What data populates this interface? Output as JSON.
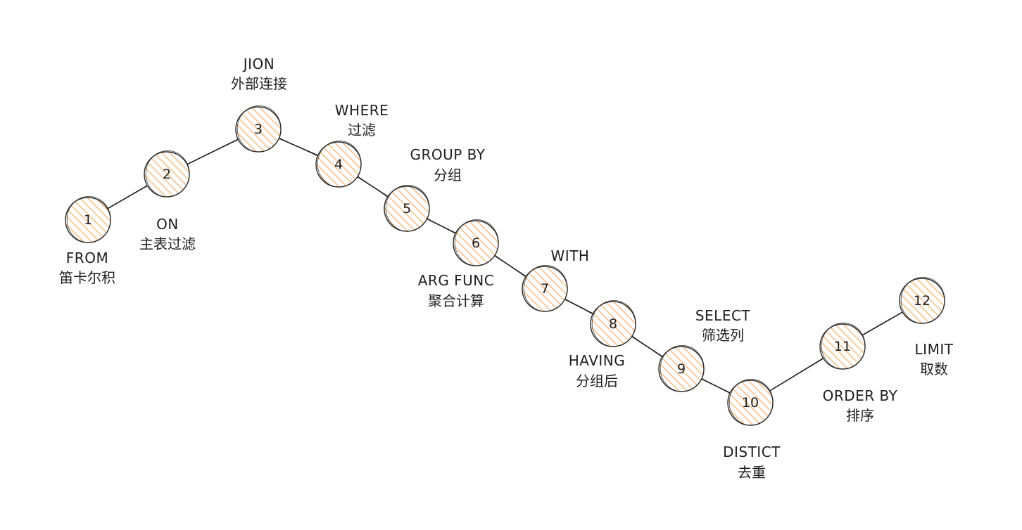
{
  "diagram": {
    "steps": [
      {
        "number": "1",
        "label": "FROM",
        "sublabel": "笛卡尔积"
      },
      {
        "number": "2",
        "label": "ON",
        "sublabel": "主表过滤"
      },
      {
        "number": "3",
        "label": "JION",
        "sublabel": "外部连接"
      },
      {
        "number": "4",
        "label": "WHERE",
        "sublabel": "过滤"
      },
      {
        "number": "5",
        "label": "GROUP BY",
        "sublabel": "分组"
      },
      {
        "number": "6",
        "label": "ARG FUNC",
        "sublabel": "聚合计算"
      },
      {
        "number": "7",
        "label": "WITH",
        "sublabel": ""
      },
      {
        "number": "8",
        "label": "HAVING",
        "sublabel": "分组后"
      },
      {
        "number": "9",
        "label": "SELECT",
        "sublabel": "筛选列"
      },
      {
        "number": "10",
        "label": "DISTICT",
        "sublabel": "去重"
      },
      {
        "number": "11",
        "label": "ORDER BY",
        "sublabel": "排序"
      },
      {
        "number": "12",
        "label": "LIMIT",
        "sublabel": "取数"
      }
    ],
    "colors": {
      "node_hatch": "#f5c592",
      "line": "#1e1e1e",
      "text": "#1e1e1e"
    }
  }
}
